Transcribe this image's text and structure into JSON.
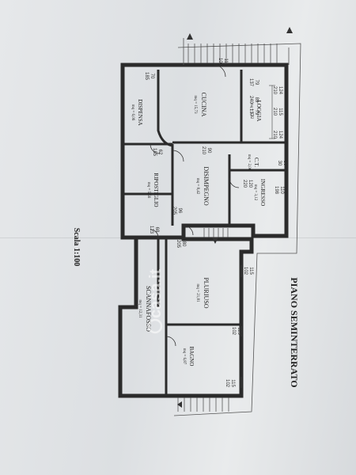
{
  "plan": {
    "title": "PIANO SEMINTERRATO",
    "scale": "Scala 1:100",
    "watermark": "casa.it",
    "rooms": [
      {
        "name": "CUCINA",
        "area": "mq = 15,73"
      },
      {
        "name": "DISPENSA",
        "area": "mq = 6,06"
      },
      {
        "name": "LOGGIA",
        "area": "mq = 5,42"
      },
      {
        "name": "DISIMPEGNO",
        "area": "mq = 8,42"
      },
      {
        "name": "C.T.",
        "area": "mq = 2,06"
      },
      {
        "name": "INGRESSO",
        "area": "mq = 3,12"
      },
      {
        "name": "RIPOSTIGLIO",
        "area": "mq = 5,56"
      },
      {
        "name": "SCANNAFOSSO",
        "area": "mq = 12,31"
      },
      {
        "name": "PLURIUSO",
        "area": "mq = 21,81"
      },
      {
        "name": "BAGNO",
        "area": "mq = 6,87"
      }
    ],
    "measures": [
      {
        "top": "111",
        "bottom": "102"
      },
      {
        "top": "70",
        "bottom": "185"
      },
      {
        "top": "79",
        "bottom": "137"
      },
      {
        "top": "89",
        "bottom": "240"
      },
      {
        "top": "79",
        "bottom": "137"
      },
      {
        "top": "124",
        "bottom": "210"
      },
      {
        "top": "115",
        "bottom": "210"
      },
      {
        "top": "124",
        "bottom": "210"
      },
      {
        "top": "62",
        "bottom": "185"
      },
      {
        "top": "90",
        "bottom": "210"
      },
      {
        "top": "30",
        "bottom": "30"
      },
      {
        "top": "120",
        "bottom": "220"
      },
      {
        "top": "110",
        "bottom": "198"
      },
      {
        "top": "96",
        "bottom": "205"
      },
      {
        "top": "68",
        "bottom": "123"
      },
      {
        "top": "80",
        "bottom": "205"
      },
      {
        "top": "115",
        "bottom": "102"
      },
      {
        "top": "115",
        "bottom": "102"
      },
      {
        "top": "115",
        "bottom": "102"
      }
    ]
  }
}
